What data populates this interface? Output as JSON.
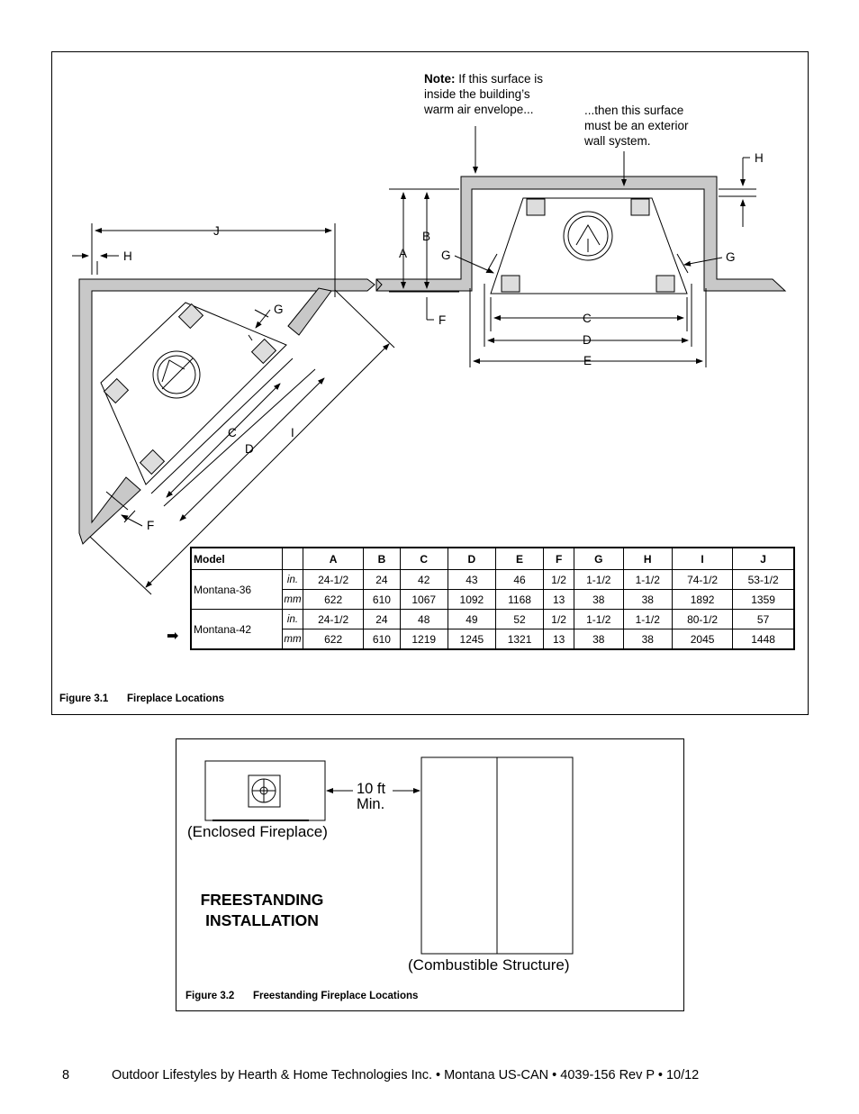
{
  "figure1": {
    "note_bold": "Note:",
    "note_rest_line1": " If this surface is",
    "note_line2": "inside the building’s",
    "note_line3": "warm air envelope...",
    "then_line1": "...then this surface",
    "then_line2": "must be an exterior",
    "then_line3": "wall system.",
    "letters": {
      "A": "A",
      "B": "B",
      "C": "C",
      "D": "D",
      "E": "E",
      "F": "F",
      "G": "G",
      "H": "H",
      "I": "I",
      "J": "J"
    },
    "caption_number": "Figure 3.1",
    "caption_title": "Fireplace Locations",
    "table": {
      "columns": [
        "Model",
        "",
        "A",
        "B",
        "C",
        "D",
        "E",
        "F",
        "G",
        "H",
        "I",
        "J"
      ],
      "rows": [
        {
          "model": "Montana-36",
          "unit": "in.",
          "values": [
            "24-1/2",
            "24",
            "42",
            "43",
            "46",
            "1/2",
            "1-1/2",
            "1-1/2",
            "74-1/2",
            "53-1/2"
          ]
        },
        {
          "model": "",
          "unit": "mm",
          "values": [
            "622",
            "610",
            "1067",
            "1092",
            "1168",
            "13",
            "38",
            "38",
            "1892",
            "1359"
          ]
        },
        {
          "model": "Montana-42",
          "unit": "in.",
          "values": [
            "24-1/2",
            "24",
            "48",
            "49",
            "52",
            "1/2",
            "1-1/2",
            "1-1/2",
            "80-1/2",
            "57"
          ]
        },
        {
          "model": "",
          "unit": "mm",
          "values": [
            "622",
            "610",
            "1219",
            "1245",
            "1321",
            "13",
            "38",
            "38",
            "2045",
            "1448"
          ]
        }
      ],
      "current_marker": "➡"
    }
  },
  "figure2": {
    "distance_line1": "10 ft",
    "distance_line2": "Min.",
    "enclosed_label": "(Enclosed Fireplace)",
    "structure_label": "(Combustible Structure)",
    "title_line1": "FREESTANDING",
    "title_line2": "INSTALLATION",
    "caption_number": "Figure 3.2",
    "caption_title": "Freestanding Fireplace Locations"
  },
  "footer": {
    "page_number": "8",
    "text": "Outdoor Lifestyles by Hearth & Home Technologies Inc. • Montana US-CAN • 4039-156 Rev P •  10/12"
  }
}
